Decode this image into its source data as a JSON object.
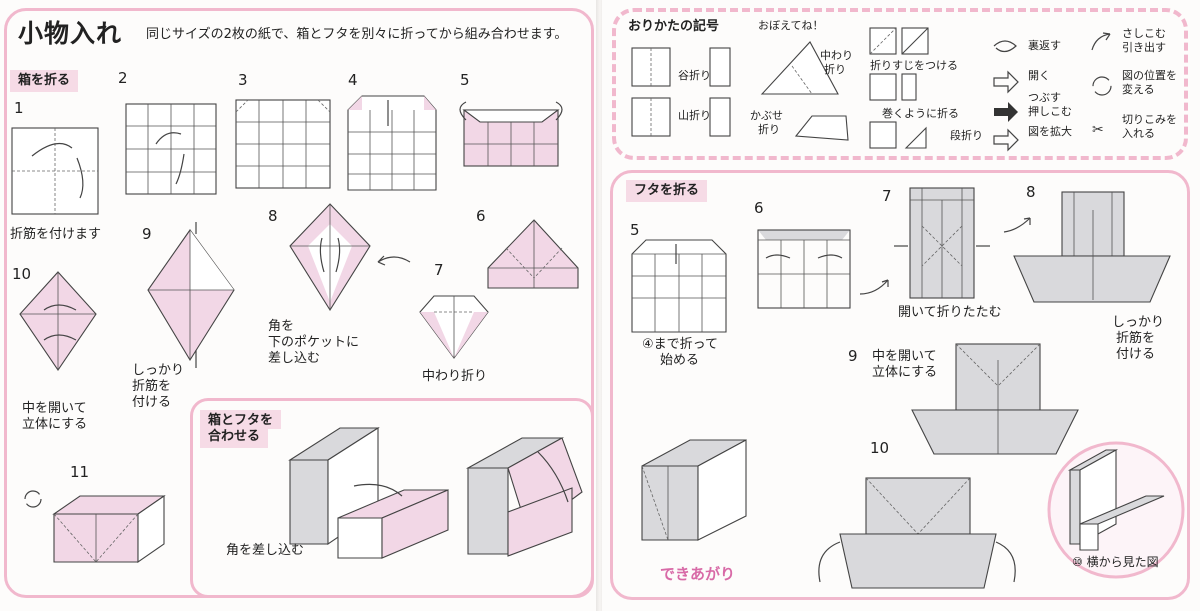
{
  "left": {
    "title": "小物入れ",
    "intro": "同じサイズの2枚の紙で、箱とフタを別々に折ってから組み合わせます。",
    "section_box": "箱を折る",
    "steps": {
      "s1": "1",
      "s2": "2",
      "s3": "3",
      "s4": "4",
      "s5": "5",
      "s6": "6",
      "s7": "7",
      "s8": "8",
      "s9": "9",
      "s10": "10",
      "s11": "11"
    },
    "caption_crease": "折筋を付けます",
    "caption_open_line1": "中を開いて",
    "caption_open_line2": "立体にする",
    "caption_crease2_line1": "しっかり",
    "caption_crease2_line2": "折筋を",
    "caption_crease2_line3": "付ける",
    "caption_tuck_line1": "角を",
    "caption_tuck_line2": "下のポケットに",
    "caption_tuck_line3": "差し込む",
    "caption_inside_fold": "中わり折り",
    "section_combine_line1": "箱とフタを",
    "section_combine_line2": "合わせる",
    "caption_insert_corner": "角を差し込む"
  },
  "right": {
    "symbols": {
      "title": "おりかたの記号",
      "remember": "おぼえてね！",
      "valley": "谷折り",
      "mountain": "山折り",
      "inside_line1": "中わり",
      "inside_line2": "折り",
      "outside_line1": "かぶせ",
      "outside_line2": "折り",
      "crease": "折りすじをつける",
      "roll": "巻くように折る",
      "step": "段折り",
      "turn_over": "裏返す",
      "open": "開く",
      "squash_line1": "つぶす",
      "squash_line2": "押しこむ",
      "enlarge": "図を拡大",
      "insert_line1": "さしこむ",
      "insert_line2": "引き出す",
      "rotate_line1": "図の位置を",
      "rotate_line2": "変える",
      "cut_line1": "切りこみを",
      "cut_line2": "入れる"
    },
    "section_lid": "フタを折る",
    "steps": {
      "s5": "5",
      "s6": "6",
      "s7": "7",
      "s8": "8",
      "s9": "9",
      "s10": "10"
    },
    "caption_start_line1": "④まで折って",
    "caption_start_line2": "始める",
    "caption_open_fold": "開いて折りたたむ",
    "caption_crease_line1": "しっかり",
    "caption_crease_line2": "折筋を",
    "caption_crease_line3": "付ける",
    "caption_open3d_line1": "中を開いて",
    "caption_open3d_line2": "立体にする",
    "caption_done": "できあがり",
    "caption_side_view": "⑩ 横から見た図"
  }
}
